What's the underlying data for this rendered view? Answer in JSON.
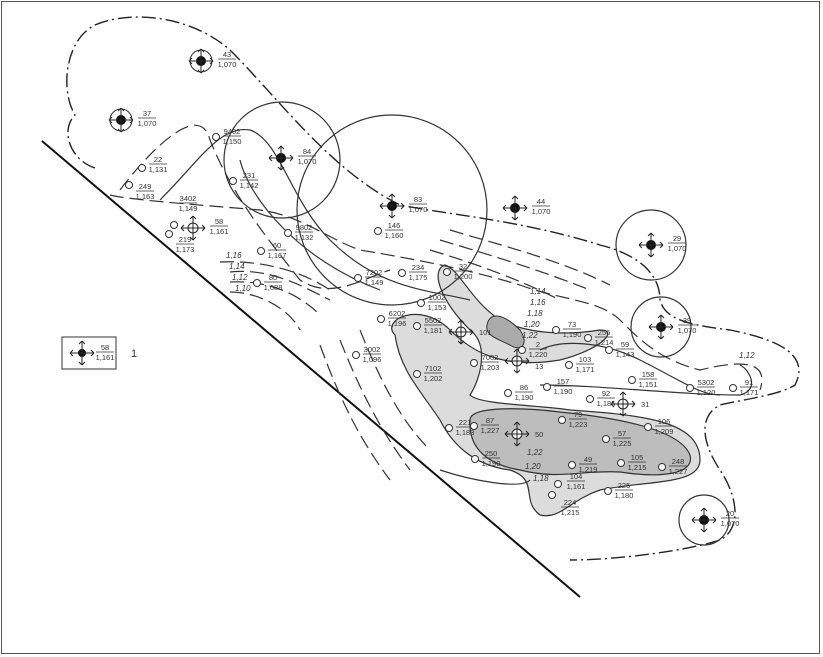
{
  "map": {
    "wells_black": [
      {
        "name": "43",
        "value": "1,070"
      },
      {
        "name": "37",
        "value": "1,070"
      },
      {
        "name": "84",
        "value": "1,070"
      },
      {
        "name": "83",
        "value": "1,070"
      },
      {
        "name": "44",
        "value": "1,070"
      },
      {
        "name": "29",
        "value": "1,070"
      },
      {
        "name": "39",
        "value": "1,070"
      },
      {
        "name": "20",
        "value": "1,070"
      }
    ],
    "wells_cross": [
      {
        "name": "58",
        "value": "1,161"
      },
      {
        "name": "101",
        "value": ""
      },
      {
        "name": "13",
        "value": ""
      },
      {
        "name": "31",
        "value": ""
      },
      {
        "name": "50",
        "value": ""
      }
    ],
    "wells": [
      {
        "name": "9402",
        "value": "1,150"
      },
      {
        "name": "22",
        "value": "1,131"
      },
      {
        "name": "249",
        "value": "1,163"
      },
      {
        "name": "231",
        "value": "1,142"
      },
      {
        "name": "3402",
        "value": "1,149"
      },
      {
        "name": "219",
        "value": "1,173"
      },
      {
        "name": "9802",
        "value": "1,132"
      },
      {
        "name": "146",
        "value": "1,160"
      },
      {
        "name": "60",
        "value": "1,167"
      },
      {
        "name": "80",
        "value": "1,088"
      },
      {
        "name": "7202",
        "value": "1,149"
      },
      {
        "name": "234",
        "value": "1,175"
      },
      {
        "name": "32",
        "value": "1,200"
      },
      {
        "name": "1002",
        "value": "1,153"
      },
      {
        "name": "6202",
        "value": "1,196"
      },
      {
        "name": "5502",
        "value": "1,181"
      },
      {
        "name": "3002",
        "value": "1,096"
      },
      {
        "name": "7102",
        "value": "1,202"
      },
      {
        "name": "7002",
        "value": "1,203"
      },
      {
        "name": "2",
        "value": "1,220"
      },
      {
        "name": "73",
        "value": "1,190"
      },
      {
        "name": "256",
        "value": "1,214"
      },
      {
        "name": "59",
        "value": "1,143"
      },
      {
        "name": "103",
        "value": "1,171"
      },
      {
        "name": "158",
        "value": "1,151"
      },
      {
        "name": "5302",
        "value": "1,120"
      },
      {
        "name": "91",
        "value": "1,171"
      },
      {
        "name": "86",
        "value": "1,190"
      },
      {
        "name": "157",
        "value": "1,190"
      },
      {
        "name": "92",
        "value": "1,185"
      },
      {
        "name": "221",
        "value": "1,183"
      },
      {
        "name": "87",
        "value": "1,227"
      },
      {
        "name": "79",
        "value": "1,223"
      },
      {
        "name": "57",
        "value": "1,225"
      },
      {
        "name": "106",
        "value": "1,209"
      },
      {
        "name": "250",
        "value": "1,190"
      },
      {
        "name": "49",
        "value": "1,219"
      },
      {
        "name": "105",
        "value": "1,215"
      },
      {
        "name": "248",
        "value": "1,227"
      },
      {
        "name": "104",
        "value": "1,161"
      },
      {
        "name": "224",
        "value": "1,215"
      },
      {
        "name": "225",
        "value": "1,180"
      }
    ],
    "contour_labels": [
      "1,16",
      "1,14",
      "1,12",
      "1,10",
      "1,14",
      "1,16",
      "1,18",
      "1,20",
      "1,22",
      "1,22",
      "1,20",
      "1,18",
      "1,12"
    ]
  },
  "legend": {
    "name": "58",
    "value": "1,161",
    "index": "1"
  }
}
